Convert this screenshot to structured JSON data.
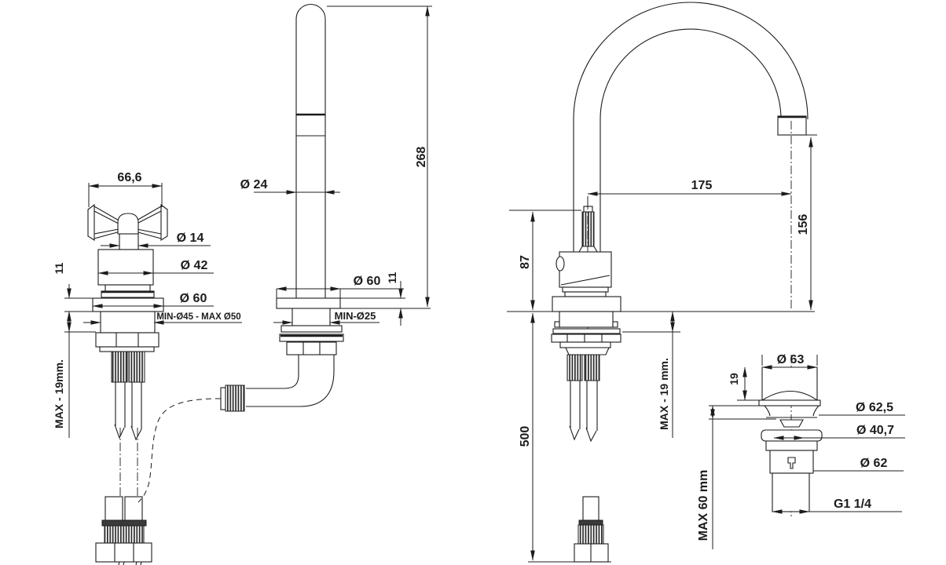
{
  "drawing": {
    "type": "technical-dimension-drawing",
    "subject": "three-hole basin faucet with cross handles, gooseneck spout and pop-up drain",
    "line_color": "#1c1c1c",
    "background": "#ffffff"
  },
  "figures": {
    "valve_front": {
      "handle_width": "66,6",
      "stem_diameter": "Ø 14",
      "cartridge_diameter": "Ø 42",
      "flange_diameter": "Ø 60",
      "hole_range": "MIN-Ø45 - MAX Ø50",
      "flange_height": "11",
      "deck_max": "MAX - 19mm."
    },
    "spout_front": {
      "tube_diameter": "Ø 24",
      "height": "268",
      "flange_diameter": "Ø 60",
      "flange_height": "11",
      "hole_min": "MIN-Ø25"
    },
    "faucet_side": {
      "reach": "175",
      "outlet_height": "156",
      "body_height": "87",
      "hose_length": "500",
      "deck_max": "MAX - 19 mm."
    },
    "drain": {
      "cap_diameter": "Ø 63",
      "cap_height": "19",
      "lip_diameter": "Ø 62,5",
      "neck_diameter": "Ø 40,7",
      "flange_diameter": "Ø 62",
      "thread": "G1 1/4",
      "deck_max": "MAX 60 mm"
    }
  }
}
